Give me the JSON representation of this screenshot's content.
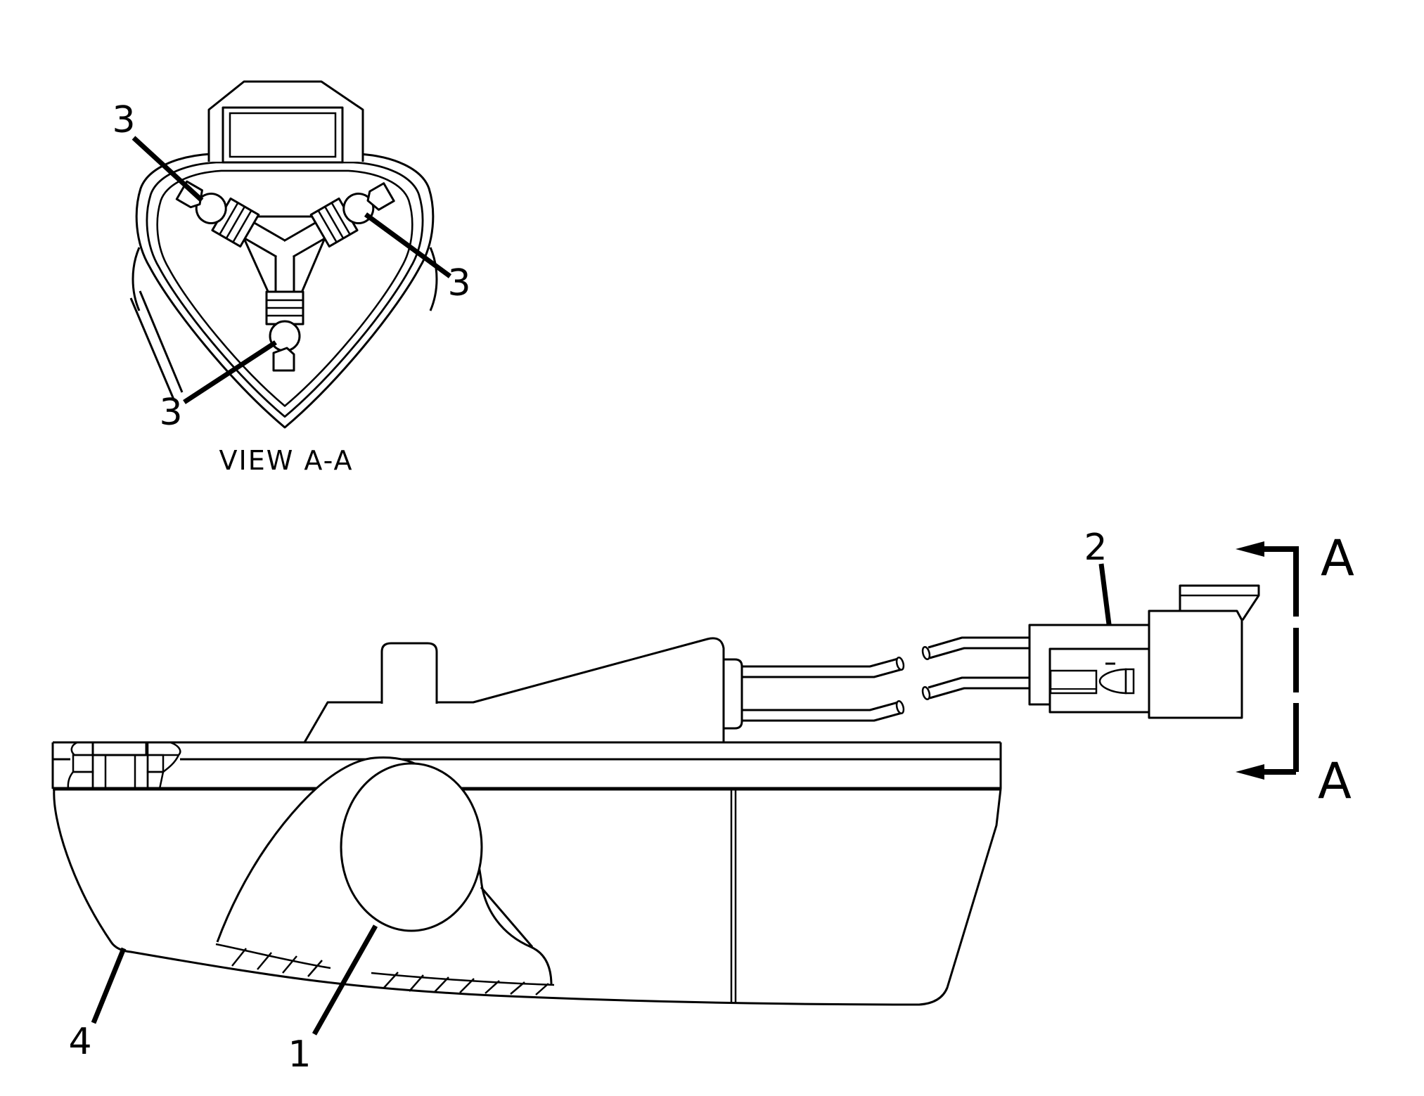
{
  "diagram": {
    "background_color": "#ffffff",
    "line_color": "#000000",
    "view_label": "VIEW A-A",
    "section_letter": "A",
    "callouts": {
      "one": "1",
      "two": "2",
      "three": "3",
      "four": "4"
    }
  }
}
